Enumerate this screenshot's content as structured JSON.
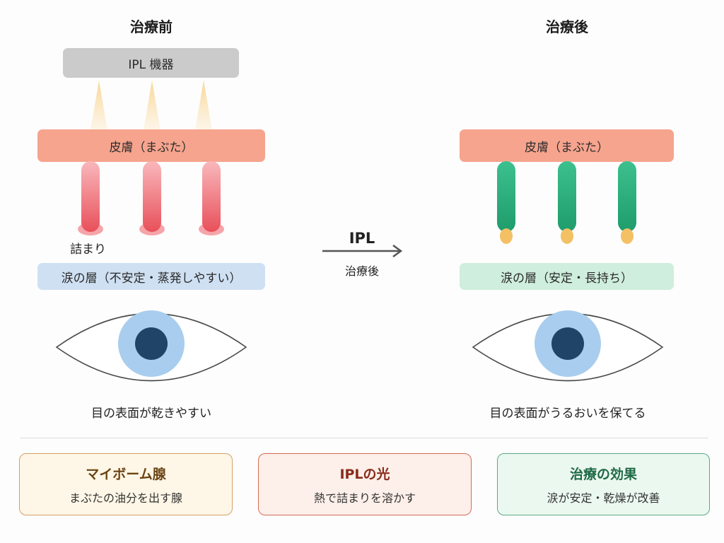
{
  "before": {
    "title": "治療前",
    "device": "IPL 機器",
    "skin": "皮膚（まぶた）",
    "clog_label": "詰まり",
    "tear_layer": "涙の層（不安定・蒸発しやすい）",
    "caption": "目の表面が乾きやすい",
    "gland_color": "#e8505a"
  },
  "after": {
    "title": "治療後",
    "skin": "皮膚（まぶた）",
    "tear_layer": "涙の層（安定・長持ち）",
    "caption": "目の表面がうるおいを保てる",
    "gland_color": "#1f9c6c",
    "oil_color": "#f4c064"
  },
  "transition": {
    "label": "IPL",
    "sublabel": "治療後"
  },
  "eye": {
    "iris_color": "#a9cdee",
    "pupil_color": "#1f4467"
  },
  "cards": [
    {
      "title": "マイボーム腺",
      "desc": "まぶたの油分を出す腺",
      "theme": "orange"
    },
    {
      "title": "IPLの光",
      "desc": "熱で詰まりを溶かす",
      "theme": "red"
    },
    {
      "title": "治療の効果",
      "desc": "涙が安定・乾燥が改善",
      "theme": "green"
    }
  ]
}
